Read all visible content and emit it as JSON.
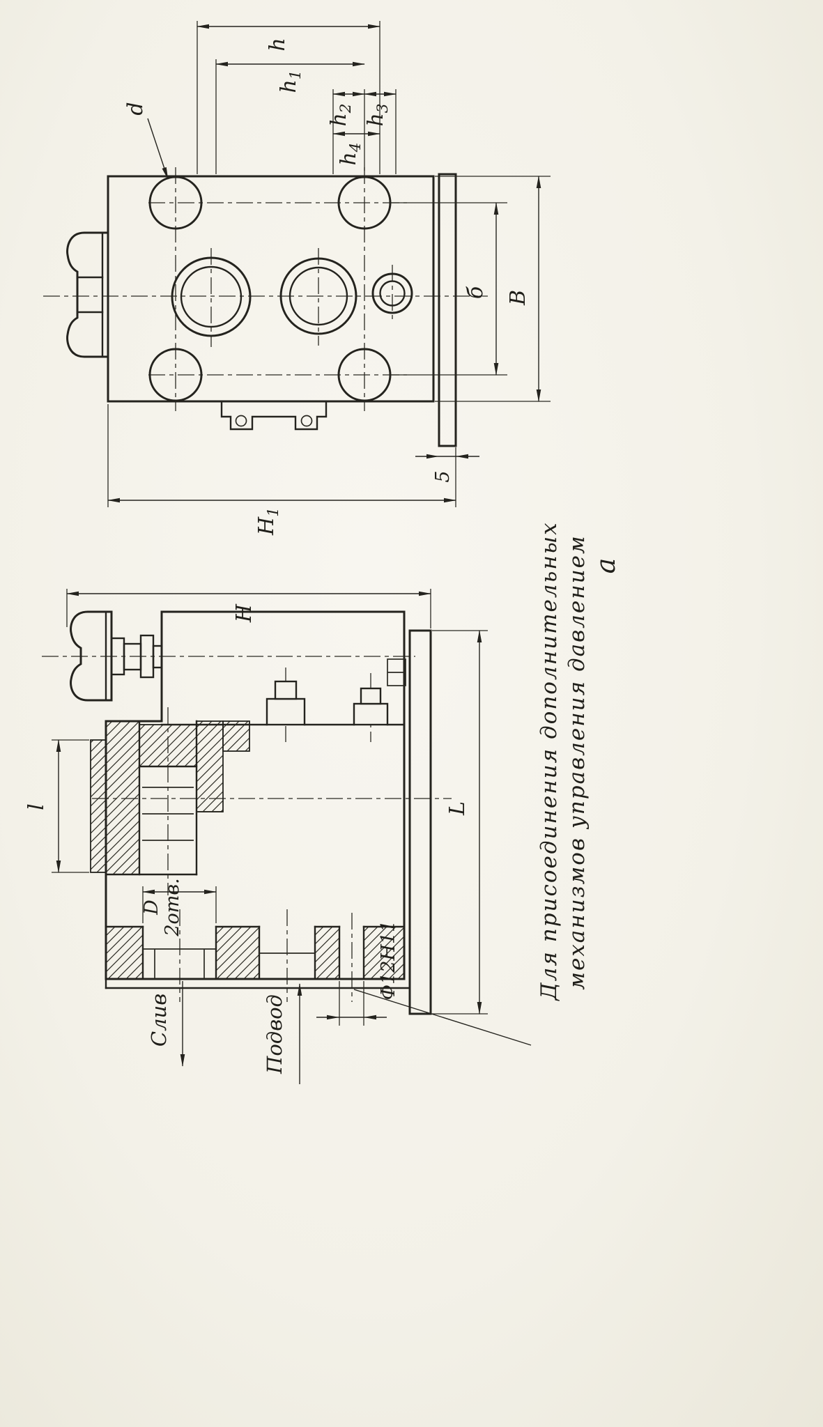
{
  "figure": {
    "caption": "а",
    "annotation": {
      "line1": "Для присоединения дополнительных",
      "line2": "механизмов  управления  давлением"
    }
  },
  "top_view": {
    "dim_h": {
      "base": "h",
      "sub": ""
    },
    "dim_h1": {
      "base": "h",
      "sub": "1"
    },
    "dim_h2": {
      "base": "h",
      "sub": "2"
    },
    "dim_h3": {
      "base": "h",
      "sub": "3"
    },
    "dim_h4": {
      "base": "h",
      "sub": "4"
    },
    "dim_d": "d",
    "dim_b_small": "б",
    "dim_B": "В",
    "dim_5": "5",
    "dim_H1": {
      "base": "Н",
      "sub": "1"
    }
  },
  "side_view": {
    "dim_H": "Н",
    "dim_L": "L",
    "dim_l": "l",
    "dim_D": "D",
    "note_two_holes": "2отв.",
    "dim_f12": "Ф12Н11",
    "label_drain": "Слив",
    "label_supply": "Подвод"
  },
  "colors": {
    "paper": "#f5f3ec",
    "ink": "#24231e"
  }
}
